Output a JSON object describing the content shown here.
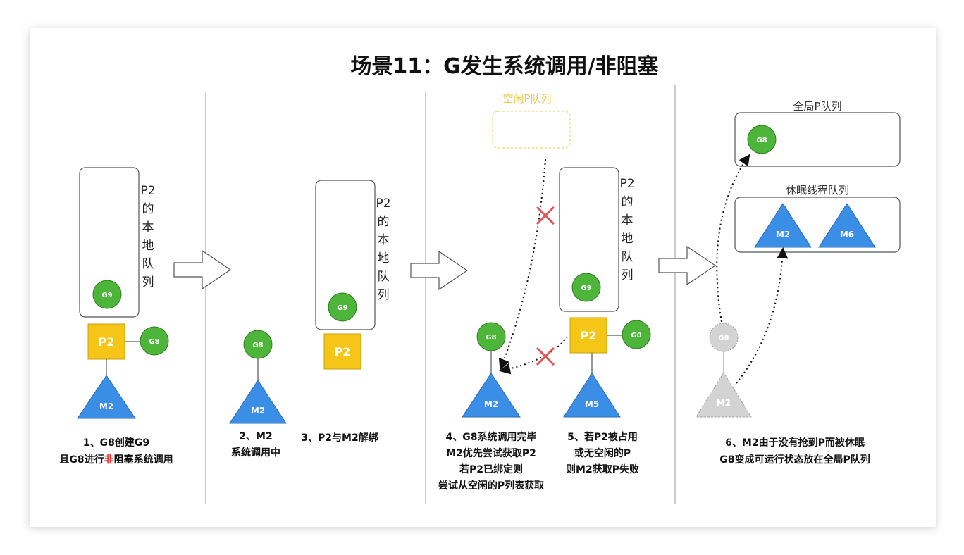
{
  "title": "场景11：G发生系统调用/非阻塞",
  "colors": {
    "goroutine": "#4db53a",
    "processor": "#f5c518",
    "machine": "#3a8ee6",
    "idle_queue": "#f0dc7a",
    "cross": "#e05555",
    "highlight": "#e53935",
    "faded": "#d3d3d3"
  },
  "labels": {
    "p2": "P2",
    "g9": "G9",
    "g8": "G8",
    "g0": "G0",
    "m2": "M2",
    "m5": "M5",
    "m6": "M6",
    "local_queue_chars": [
      "P2",
      "的",
      "本",
      "地",
      "队",
      "列"
    ],
    "idle_p_list": "空闲P队列",
    "global_p_queue": "全局P队列",
    "sleep_thread_queue": "休眠线程队列"
  },
  "captions": {
    "step1_line1": "1、G8创建G9",
    "step1_line2_a": "且G8进行",
    "step1_line2_b": "非",
    "step1_line2_c": "阻塞系统调用",
    "step2_line1": "2、M2",
    "step2_line2": "系统调用中",
    "step3": "3、P2与M2解绑",
    "step4": [
      "4、G8系统调用完毕",
      "M2优先尝试获取P2",
      "若P2已绑定则",
      "尝试从空闲的P列表获取"
    ],
    "step5": [
      "5、若P2被占用",
      "或无空闲的P",
      "则M2获取P失败"
    ],
    "step6": [
      "6、M2由于没有抢到P而被休眠",
      "G8变成可运行状态放在全局P队列"
    ]
  }
}
